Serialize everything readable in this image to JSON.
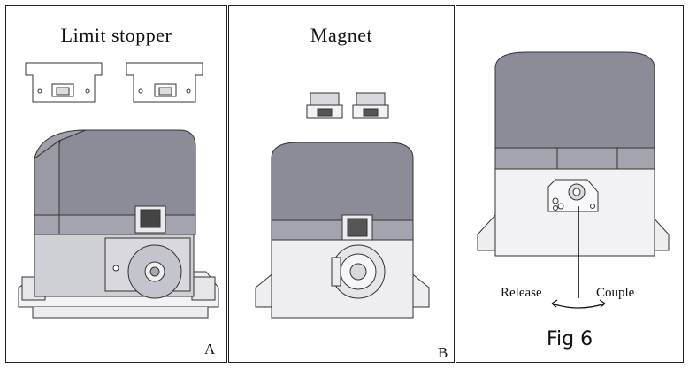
{
  "panels": {
    "a": {
      "title": "Limit stopper",
      "letter": "A"
    },
    "b": {
      "title": "Magnet",
      "letter": "B"
    },
    "c": {
      "release_label": "Release",
      "couple_label": "Couple",
      "caption": "Fig 6"
    }
  },
  "colors": {
    "cover": "#8c8c98",
    "cover_dark": "#6e6e7a",
    "band": "#a4a4ae",
    "base": "#cfcfd6",
    "line": "#333333"
  }
}
